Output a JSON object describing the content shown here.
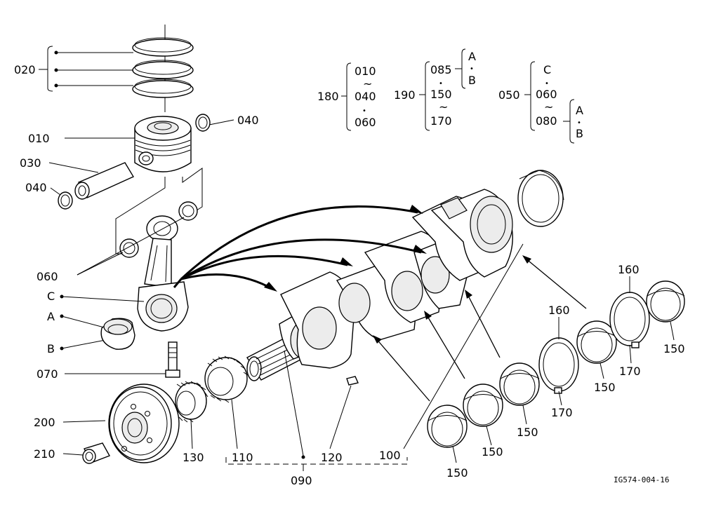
{
  "labels": {
    "p020": "020",
    "p010": "010",
    "p030": "030",
    "p040a": "040",
    "p040b": "040",
    "p060": "060",
    "pC": "C",
    "pA": "A",
    "pB": "B",
    "p070": "070",
    "p200": "200",
    "p210": "210",
    "p130": "130",
    "p110": "110",
    "p120": "120",
    "p100": "100",
    "p090": "090",
    "p150a": "150",
    "p150b": "150",
    "p150c": "150",
    "p150d": "150",
    "p150e": "150",
    "p160a": "160",
    "p160b": "160",
    "p170a": "170",
    "p170b": "170"
  },
  "sets": {
    "set180": {
      "id": "180",
      "first": "010",
      "tilde": "~",
      "mid": "040",
      "dot": "•",
      "last": "060"
    },
    "set190": {
      "id": "190",
      "first": "085",
      "dot": "•",
      "mid": "150",
      "tilde": "~",
      "last": "170",
      "sub_a": "A",
      "sub_dot": "•",
      "sub_b": "B"
    },
    "set050": {
      "id": "050",
      "first": "C",
      "dot": "•",
      "mid": "060",
      "tilde": "~",
      "last": "080",
      "sub_a": "A",
      "sub_dot": "•",
      "sub_b": "B"
    }
  },
  "figure_id": "IG574-004-16"
}
